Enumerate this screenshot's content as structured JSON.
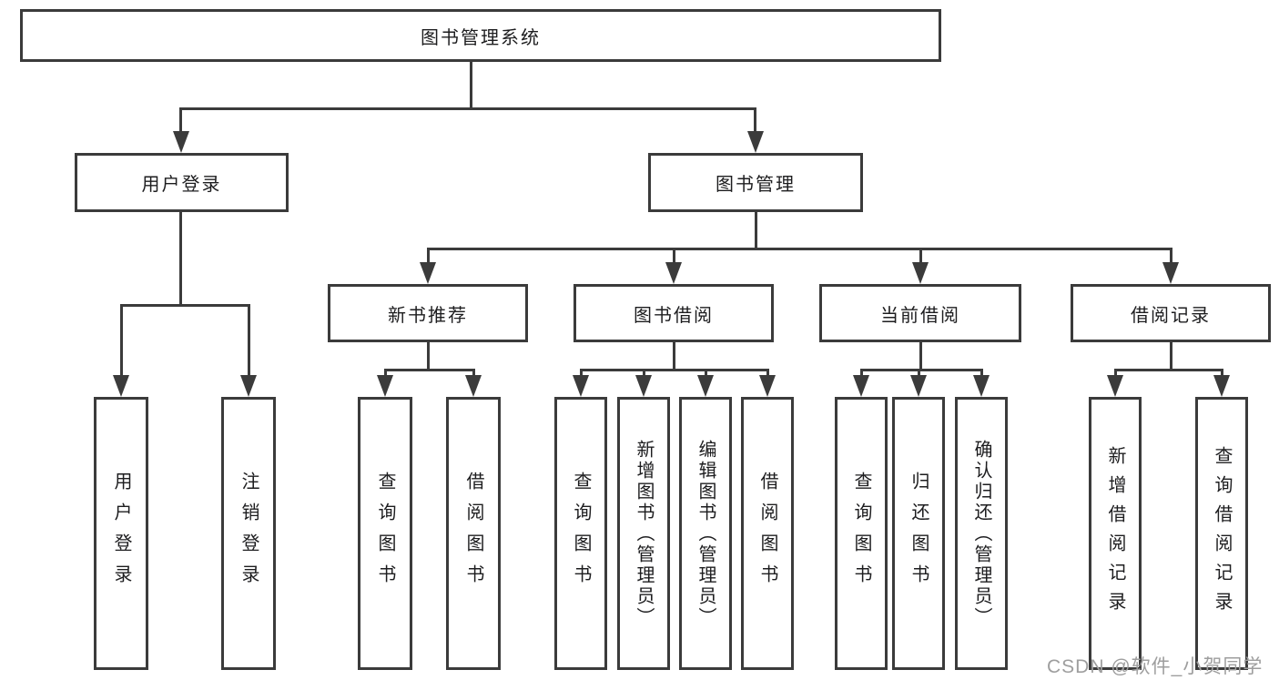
{
  "diagram_title": "图书管理系统",
  "nodes": {
    "root": "图书管理系统",
    "level2": [
      "用户登录",
      "图书管理"
    ],
    "level3": [
      "新书推荐",
      "图书借阅",
      "当前借阅",
      "借阅记录"
    ],
    "leaves_user_login": [
      "用户登录",
      "注销登录"
    ],
    "leaves_new_books": [
      "查询图书",
      "借阅图书"
    ],
    "leaves_book_borrow": [
      "查询图书",
      "新增图书（管理员）",
      "编辑图书（管理员）",
      "借阅图书"
    ],
    "leaves_current_borrow": [
      "查询图书",
      "归还图书",
      "确认归还（管理员）"
    ],
    "leaves_borrow_records": [
      "新增借阅记录",
      "查询借阅记录"
    ]
  },
  "watermark": "CSDN @软件_小贺同学",
  "colors": {
    "line": "#3b3b3b",
    "text": "#1d1d1f",
    "watermark": "#9e9e9e",
    "background": "#ffffff"
  }
}
